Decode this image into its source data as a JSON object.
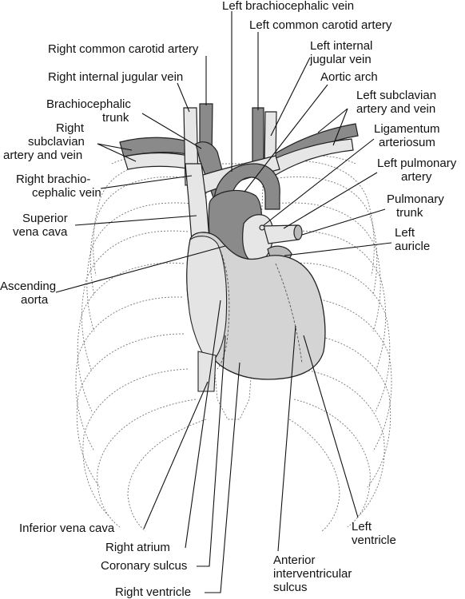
{
  "labels": {
    "left_brachiocephalic_vein": "Left brachiocephalic vein",
    "left_common_carotid_artery": "Left common carotid artery",
    "right_common_carotid_artery": "Right common carotid artery",
    "left_internal_jugular_vein_1": "Left internal",
    "left_internal_jugular_vein_2": "jugular vein",
    "right_internal_jugular_vein": "Right internal jugular vein",
    "aortic_arch": "Aortic arch",
    "brachiocephalic_trunk_1": "Brachiocephalic",
    "brachiocephalic_trunk_2": "trunk",
    "left_subclavian_1": "Left subclavian",
    "left_subclavian_2": "artery and vein",
    "right_subclavian_1": "Right",
    "right_subclavian_2": "subclavian",
    "right_subclavian_3": "artery and vein",
    "ligamentum_arteriosum_1": "Ligamentum",
    "ligamentum_arteriosum_2": "arteriosum",
    "right_brachiocephalic_vein_1": "Right brachio-",
    "right_brachiocephalic_vein_2": "cephalic vein",
    "left_pulmonary_artery_1": "Left pulmonary",
    "left_pulmonary_artery_2": "artery",
    "superior_vena_cava_1": "Superior",
    "superior_vena_cava_2": "vena cava",
    "pulmonary_trunk_1": "Pulmonary",
    "pulmonary_trunk_2": "trunk",
    "left_auricle_1": "Left",
    "left_auricle_2": "auricle",
    "ascending_aorta_1": "Ascending",
    "ascending_aorta_2": "aorta",
    "inferior_vena_cava": "Inferior vena cava",
    "left_ventricle_1": "Left",
    "left_ventricle_2": "ventricle",
    "right_atrium": "Right  atrium",
    "coronary_sulcus": "Coronary sulcus",
    "anterior_interventricular_sulcus_1": "Anterior",
    "anterior_interventricular_sulcus_2": "interventricular",
    "anterior_interventricular_sulcus_3": "sulcus",
    "right_ventricle": "Right  ventricle"
  },
  "colors": {
    "dark_vessel": "#8a8a8a",
    "light_vessel": "#e6e6e6",
    "heart": "#d4d4d4",
    "rib_outline": "#777777"
  }
}
